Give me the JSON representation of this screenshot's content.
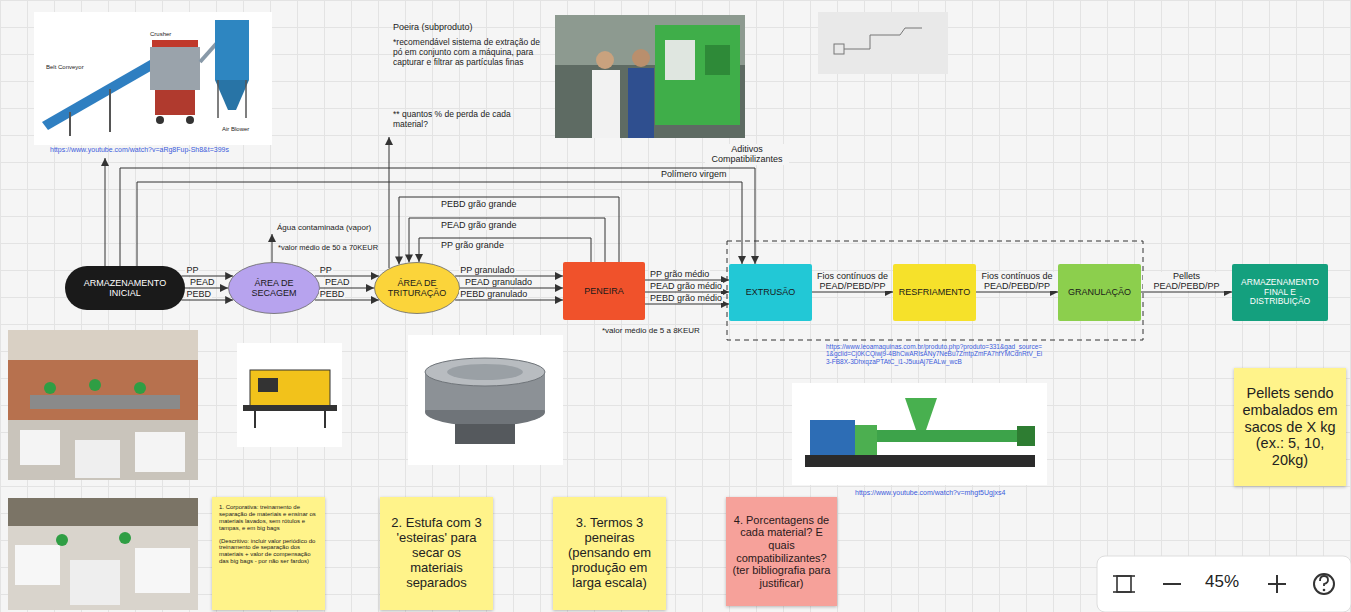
{
  "diagram": {
    "nodes": [
      {
        "text": [
          "ARMAZENAMENTO INICIAL"
        ]
      },
      {
        "text": [
          "ÁREA DE SECAGEM"
        ]
      },
      {
        "text": [
          "ÁREA DE TRITURAÇÃO"
        ]
      },
      {
        "text": [
          "PENEIRA"
        ]
      },
      {
        "text": [
          "EXTRUSÃO"
        ]
      },
      {
        "text": [
          "RESFRIAMENTO"
        ]
      },
      {
        "text": [
          "GRANULAÇÃO"
        ]
      },
      {
        "text": [
          "ARMAZENAMENTO FINAL E DISTRIBUIÇÃO"
        ]
      },
      {
        "text": [
          "1. Corporativa: treinamento de separação de materiais e ensinar os materiais lavados, sem rótulos e tampas, e em big bags",
          "(Descritivo: incluir valor periódico do treinamento de separação dos materiais + valor de compensação das big bags - por não ser fardos)"
        ]
      },
      {
        "text": [
          "2. Estufa com 3 'esteiras' para secar os materiais separados"
        ]
      },
      {
        "text": [
          "3. Termos 3 peneiras (pensando em produção em larga escala)"
        ]
      },
      {
        "text": [
          "4. Porcentagens de cada material? E quais compatibilizantes? (ter bibliografia para justificar)"
        ]
      },
      {
        "text": [
          "Pellets sendo embalados em sacos de X kg (ex.: 5, 10, 20kg)"
        ]
      }
    ],
    "edges": [
      {
        "from": 0,
        "to": 1,
        "label": "PP",
        "arrow": "to"
      },
      {
        "from": 0,
        "to": 1,
        "label": "PEAD",
        "arrow": "to"
      },
      {
        "from": 0,
        "to": 1,
        "label": "PEBD",
        "arrow": "to"
      },
      {
        "from": 1,
        "to": 2,
        "label": "PP",
        "arrow": "to"
      },
      {
        "from": 1,
        "to": 2,
        "label": "PEAD",
        "arrow": "to"
      },
      {
        "from": 1,
        "to": 2,
        "label": "PEBD",
        "arrow": "to"
      },
      {
        "from": 2,
        "to": 3,
        "label": "PP granulado",
        "arrow": "to"
      },
      {
        "from": 2,
        "to": 3,
        "label": "PEAD granulado",
        "arrow": "to"
      },
      {
        "from": 2,
        "to": 3,
        "label": "PEBD granulado",
        "arrow": "to"
      },
      {
        "from": 3,
        "to": 2,
        "label": "PEBD grão grande",
        "arrow": "to"
      },
      {
        "from": 3,
        "to": 2,
        "label": "PEAD grão grande",
        "arrow": "to"
      },
      {
        "from": 3,
        "to": 2,
        "label": "PP grão grande",
        "arrow": "to"
      },
      {
        "from": 3,
        "to": 4,
        "label": "PP grão médio",
        "arrow": "to"
      },
      {
        "from": 3,
        "to": 4,
        "label": "PEAD grão médio",
        "arrow": "to"
      },
      {
        "from": 3,
        "to": 4,
        "label": "PEBD grão médio",
        "arrow": "to"
      },
      {
        "from": 4,
        "to": 5,
        "label": "Fios contínuos de PEAD/PEBD/PP",
        "arrow": "to"
      },
      {
        "from": 5,
        "to": 6,
        "label": "Fios contínuos de PEAD/PEBD/PP",
        "arrow": "to"
      },
      {
        "from": 6,
        "to": 7,
        "label": "Pellets PEAD/PEBD/PP",
        "arrow": "to"
      },
      {
        "from": 0,
        "to": 4,
        "label": "Aditivos Compatibilizantes",
        "arrow": "to"
      },
      {
        "from": 0,
        "to": 4,
        "label": "Polímero virgem",
        "arrow": "to"
      }
    ],
    "labels": [
      "Crusher",
      "Belt Conveyor",
      "Air Blower",
      "https://www.youtube.com/watch?v=aRg8Fup-Sh8&t=399s",
      "Poeira (subproduto)",
      "*recomendável sistema de extração de pó em conjunto com a máquina, para capturar e filtrar as partículas finas",
      "** quantos % de perda de cada material?",
      "Água contaminada (vapor)",
      "*valor médio de 50 a 70KEUR",
      "*valor médio de 5 a 8KEUR",
      "https://www.leoamaquinas.com.br/produto.php?produto=331&gad_source=1&gclid=Cj0KCQiwj9-4BhCwARIsANy7NeBu7ZmtpZmFA7hfYMCdnRtV_Ei3-FB8X-3DhxqzaPTAtC_i1-J5uuAj7EALw_wcB",
      "https://www.youtube.com/watch?v=mhgt5Ugjxs4",
      "45%"
    ]
  }
}
